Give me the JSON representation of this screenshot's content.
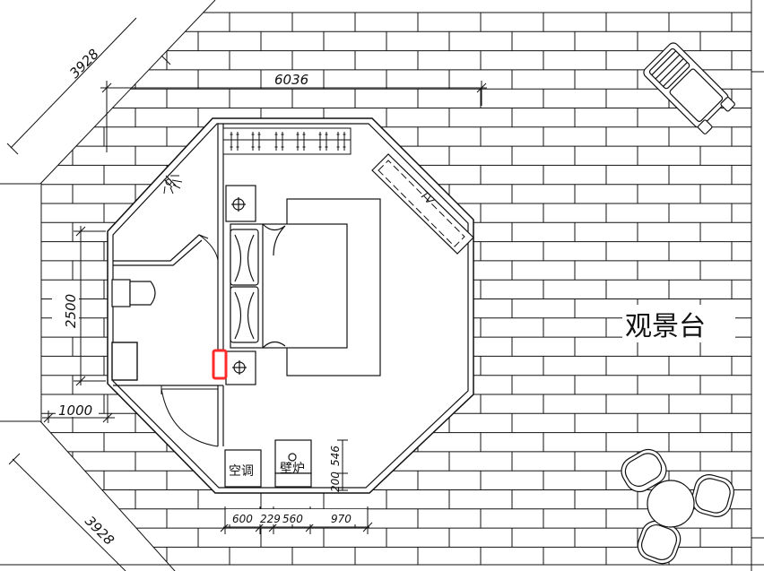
{
  "plan": {
    "area_label": "观景台",
    "ac_label": "空调",
    "fireplace_label": "壁炉",
    "tv_label": "TV"
  },
  "dimensions": {
    "top_width": "6036",
    "diag_top": "3928",
    "diag_bottom": "3928",
    "left_height": "2500",
    "left_width": "1000",
    "fireplace_depth": "546",
    "fireplace_offset": "200",
    "bottom_a": "600",
    "bottom_b": "229",
    "bottom_c": "560",
    "bottom_d": "970"
  },
  "colors": {
    "line": "#111111",
    "highlight": "#ff2a2a"
  }
}
